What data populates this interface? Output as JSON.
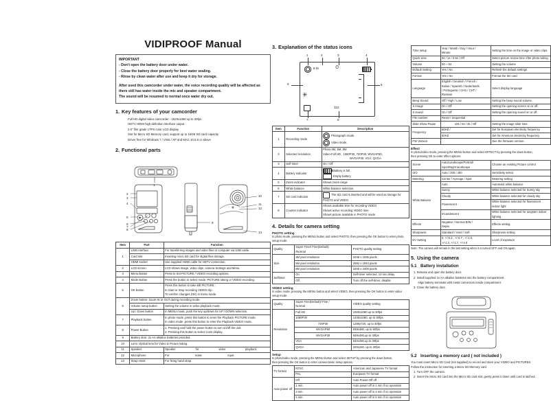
{
  "title": "VIDIPROOF Manual",
  "important": {
    "heading": "IMPORTANT",
    "bullets": [
      "- Don't open the battery door under water.",
      "- Close the battery door properly for best water sealing.",
      "- Rinse by clean water after use and keep it dry for storage."
    ],
    "paragraph": "After used this camcorder under water, the voice recording quality will be affected as there still has water inside the mic and speaker compartment.",
    "paragraph2": "The sound will be resumed to normal once water dry out."
  },
  "sections": {
    "s1": {
      "num": "1.",
      "title": "Key features of your camcorder",
      "features": [
        "Full HD digital video camcorder - 1920x1080 up to 30fps",
        "HDTV HDMI high definition interface output",
        "2.0\" film grade LTPS color LCD display",
        "Slot for Micro SD Memory card, support up to 16GB SD card capacity",
        "Driver free for Windows 7 / Vista / XP and MAC 10.5.9 or above"
      ]
    },
    "s2": {
      "num": "2.",
      "title": "Functional  parts"
    },
    "s3": {
      "num": "3.",
      "title": "Explanation of the status icons"
    },
    "s4": {
      "num": "4.",
      "title": "Details for camera setting"
    },
    "s5": {
      "num": "5.",
      "title": "Using the camera"
    },
    "s51": {
      "num": "5.1",
      "title": "Battery installation",
      "steps": [
        "1.   Release and open the battery door.",
        "2.   Install supplied 2x AA alkaline batteries into the battery compartment.",
        "Align battery terminals with metal connectors inside compartment.",
        "3.   Close the battery door."
      ]
    },
    "s52": {
      "num": "5.2",
      "title": "Inserting a memory card ( not included )",
      "intro": [
        "You must insert Micro SD Card (not supplied) to record and store your VIDEO and PICTURES.",
        "Follow the instruction for inserting a Micro SD Memory card"
      ],
      "steps": [
        "1.   Turn OFF the camera.",
        "2.   Insert the Micro SD card into the Micro SD card slot, gently press it down until card is latched."
      ]
    }
  },
  "functional_parts": {
    "headers": [
      "Item",
      "Part",
      "Function"
    ],
    "rows": [
      {
        "item": "1",
        "spans": [
          {
            "part": "USB interface",
            "fn": "For transferring images and video files to computer via USB cable."
          },
          {
            "part": "Card slot",
            "fn": "Inserting micro SD card for digital files storage."
          },
          {
            "part": "HDMI socket",
            "fn": "Use supplied HDMI cable for HDTV connection."
          }
        ]
      },
      {
        "item": "2",
        "part": "LCD screen",
        "fn": "LCD shows image, video clips, camera Settings and Menu."
      },
      {
        "item": "3",
        "part": "Menu Button",
        "fn": "Press to Set PICTURE / VIDEO recording options."
      },
      {
        "item": "4",
        "part": "Mode Button",
        "fn": "Press the button to select mode: PICTURE taking or VIDEO recording."
      },
      {
        "item": "5",
        "part": "OK button",
        "fn3": [
          "Press this button to take still PICTURE ;",
          "to Start or Stop recording VIDEO clip.",
          "To confirm changes (OK) in menu mode."
        ]
      },
      {
        "item": "6",
        "wide": "Zoom button:  Zoom IN or OUT during recording mode.",
        "sub": [
          {
            "part": "Volume setup button",
            "fn": "Setting the volume in video playback mode."
          },
          {
            "part": "Up / Down button",
            "fn": "In MENU mode, push the key up/down for UP / DOWN selection."
          }
        ]
      },
      {
        "item": "7",
        "part": "Playback button",
        "fn2": [
          "In photo mode ,press this button to enter the Playback PICTURE mode.",
          "In video  mode ,press this button to enter the Playback VIDEO mode."
        ]
      },
      {
        "item": "8",
        "part": "Power Button",
        "fn2": [
          "1. Pressing and hold the power button to turn on/off the unit.",
          "2. Pressing this button to select  icons display."
        ]
      },
      {
        "item": "9",
        "wide": "Battery door: 2x AA alkaline batteries provided."
      },
      {
        "item": "10",
        "wide": "Lens:  Optical lens for Video & Picture taking."
      },
      {
        "item": "11",
        "part": "Speaker",
        "fn_spread": [
          "Speaker",
          "for",
          "video",
          "playback"
        ]
      },
      {
        "item": "12",
        "part": "Microphone",
        "fn_spread2": [
          "For",
          "noise",
          "input."
        ]
      },
      {
        "item": "13",
        "part": "Strap Hook",
        "fn": "For fixing hand strap."
      }
    ]
  },
  "status_icons": {
    "callouts": [
      "1",
      "2",
      "3",
      "4",
      "5",
      "6",
      "7",
      "8"
    ],
    "lcd_labels": {
      "mp": "8 M",
      "counter": "322"
    },
    "headers": [
      "Item",
      "Function",
      "Description"
    ],
    "rows": [
      {
        "fn": "Recording mode",
        "desc": [
          "Photograph mode.",
          "Video mode."
        ],
        "icons": true
      },
      {
        "fn": "Selected resolution",
        "desc": [
          "Photo-3M, 5M, 8M",
          "Video-Full HD , 1080P30, 720P30, WVGAP60,",
          "WVGAP30, VGA, QVGA"
        ],
        "indent2": true
      },
      {
        "fn": "Self timer",
        "desc": [
          "On / Off"
        ]
      },
      {
        "fn": "Battery indicator",
        "desc": [
          "Battery is full",
          "Empty battery"
        ],
        "batticons": true
      },
      {
        "fn": "Zoom indicator",
        "desc": [
          "Shows zoom range"
        ]
      },
      {
        "fn": "White balance",
        "desc": [
          "White balance selection."
        ]
      },
      {
        "fn": "SD card indicator",
        "desc": [
          "The SD card is inserted and will be used as storage for",
          "PHOTO and VIDEO"
        ],
        "sdicon": true
      },
      {
        "fn": "Counter indicator",
        "desc": [
          "Shows available time for recording VIDEO",
          "Shows active recording VIDEO time",
          "Shows picture available in PHOTO mode"
        ]
      }
    ]
  },
  "photo_setting": {
    "heading": "PHOTO setting",
    "intro": "In photo mode, pressing the MENU button and select PHOTO, then pressing the OK  button to enter photo setup mode.",
    "rows": [
      {
        "label": "Quality",
        "opts": [
          "Super Finer/ Fine(Default)",
          "/Normal"
        ],
        "desc": "PHOTO quality setting"
      },
      {
        "label": "Size",
        "opts": [
          "3M pixel resolution",
          "5M pixel resolution",
          "8M pixel resolution"
        ],
        "descs": [
          "2048 x 1536 pixels",
          "2592 x 1944 pixels",
          "3200 x 2400 pixels"
        ]
      },
      {
        "label": "Selftimer",
        "opts": [
          "On",
          "Off"
        ],
        "descs": [
          "Self-timer selected, 10 sec delay",
          "Turn off the self-timer, disable"
        ]
      }
    ]
  },
  "video_setting": {
    "heading": "VIDEO setting",
    "intro": "In video mode, pressing the MENU button and select VIDEO, then pressing the OK  button to enter video setup mode.",
    "rows": [
      {
        "label": "Quality",
        "opts": [
          "Super Fine(Default)/ Fine /",
          "Normal"
        ],
        "desc": "VIDEO quality setting"
      },
      {
        "label": "Resolution",
        "opts": [
          "Full HD",
          "1080P30",
          "720P30",
          "WVGAP60",
          "WVGAP30",
          "VGA",
          "QVGA"
        ],
        "descs": [
          "1920x1080 up to 30fps",
          "1440x1080, up to 30fps",
          "1280x720, up to 30fps",
          "848x480, up to 60fps",
          "848x480,up to 30fps",
          "640x480,up to 30fps",
          "320x240, up to 30fps"
        ]
      }
    ]
  },
  "setup_setting": {
    "heading": "Setup",
    "intro": [
      "In photo/video mode, pressing the MENU button and select SETUP by pressing the down  button,",
      "then pressing the OK  button to enter camera basic setup options."
    ],
    "rows": [
      {
        "label": "TV format",
        "opts": [
          "NTSC",
          "PAL"
        ],
        "descs": [
          "American and Japanese TV format",
          "European TV format"
        ]
      },
      {
        "label": "Auto power off",
        "opts": [
          "Off",
          "1 min",
          "3 min",
          "5 min"
        ],
        "descs": [
          "Auto Power-Off off",
          "Auto power off in 1 min if no operation",
          "Auto power off in 3 min if no operation",
          "Auto power off in 5 min if no operation"
        ]
      }
    ]
  },
  "setup_table": {
    "rows": [
      {
        "label": "Time setup",
        "opts": [
          "Year / Month / Day / Hour /",
          "Minute"
        ],
        "desc": "Setting the time on the image or video clips."
      },
      {
        "label": "Quick view",
        "opts": [
          "3s / 1s / 0.5s / Off"
        ],
        "desc": "Select picture review time After photo taking."
      },
      {
        "label": "Volume",
        "opts": [
          "00 ~ 64"
        ],
        "desc": "Setting the volume"
      },
      {
        "label": "Default Setting",
        "opts": [
          "Yes / No"
        ],
        "desc": "Refresh the default settings"
      },
      {
        "label": "Format",
        "opts": [
          "Yes / No"
        ],
        "desc": "Format the SD card"
      },
      {
        "label": "Language",
        "opts": [
          "English / Deutsch / French /",
          "Italian / Spanish / Nederlands",
          "/ Portuguese / CHS / CHT /",
          "Russian"
        ],
        "desc": "Select display language"
      },
      {
        "label": "Beep Sound",
        "opts": [
          "Off / High / Low"
        ],
        "desc": "Setting the beep sound volume."
      },
      {
        "label": "S.Image",
        "opts": [
          "On / Off"
        ],
        "desc": "Setting the opening screen on or off."
      },
      {
        "label": "S.sound",
        "opts": [
          "On / Off"
        ],
        "desc": "Setting the opening sound on or off."
      },
      {
        "label": "File number",
        "opts": [
          "Reset / Sequential"
        ],
        "desc": ""
      },
      {
        "label": "Slide Show Pause",
        "opts": [
          "10s / 5s / 3s / Off"
        ],
        "desc": "Setting the image slide time."
      },
      {
        "label": "Frequency",
        "opts": [
          "50HZ /",
          "60HZ"
        ],
        "descs": [
          "Set for European electricity frequency",
          "Set for American electricity frequency"
        ]
      },
      {
        "label": "FW Version",
        "opts": [
          ""
        ],
        "desc": "See the firmware version."
      }
    ]
  },
  "effect_table": {
    "heading": "Effect",
    "intro": [
      "In photo/video mode, pressing the MENU button and select EFFECT by pressing the down button,",
      "then pressing OK to enter effect options."
    ],
    "rows": [
      {
        "label": "Scene",
        "opts": [
          "Auto/Landscape/Portrait/",
          "Sport/Night landscape"
        ],
        "desc": "Choose an existing Picture control"
      },
      {
        "label": "ISO",
        "opts": [
          "Auto / 200 / 400"
        ],
        "desc": "Sensitivity select"
      },
      {
        "label": "Metering",
        "opts": [
          "Center / Average / Spot"
        ],
        "desc": "Metering setting"
      },
      {
        "label": "White Balance",
        "opts": [
          "Auto",
          "Sunny",
          "Cloudy",
          "Fluorescent",
          "Incandescent"
        ],
        "descs": [
          "Automatic white balance",
          "White balance selected for Sunny sky",
          "White balance selected for cloudy sky",
          "White balance selected for fluorescent indoor light",
          "White balance selected for tungsten  indoor lighting"
        ]
      },
      {
        "label": "Effects",
        "opts": [
          "Negative / Normal B/W /",
          "Sepia"
        ],
        "desc": "Effects setting."
      },
      {
        "label": "Sharpness",
        "opts": [
          "Standard / Hard / Soft"
        ],
        "desc": "Sharpness setting"
      },
      {
        "label": "EV Setting",
        "opts": [
          "0,  +/-0.3 , +/-0.7 , +/-1.0,",
          "+/-1.3, +/-1.7, +/-2.0"
        ],
        "desc": "Level of exposure"
      }
    ],
    "note": "Note: The camera will remain in the last setting when it is turned OFF and ON again"
  }
}
